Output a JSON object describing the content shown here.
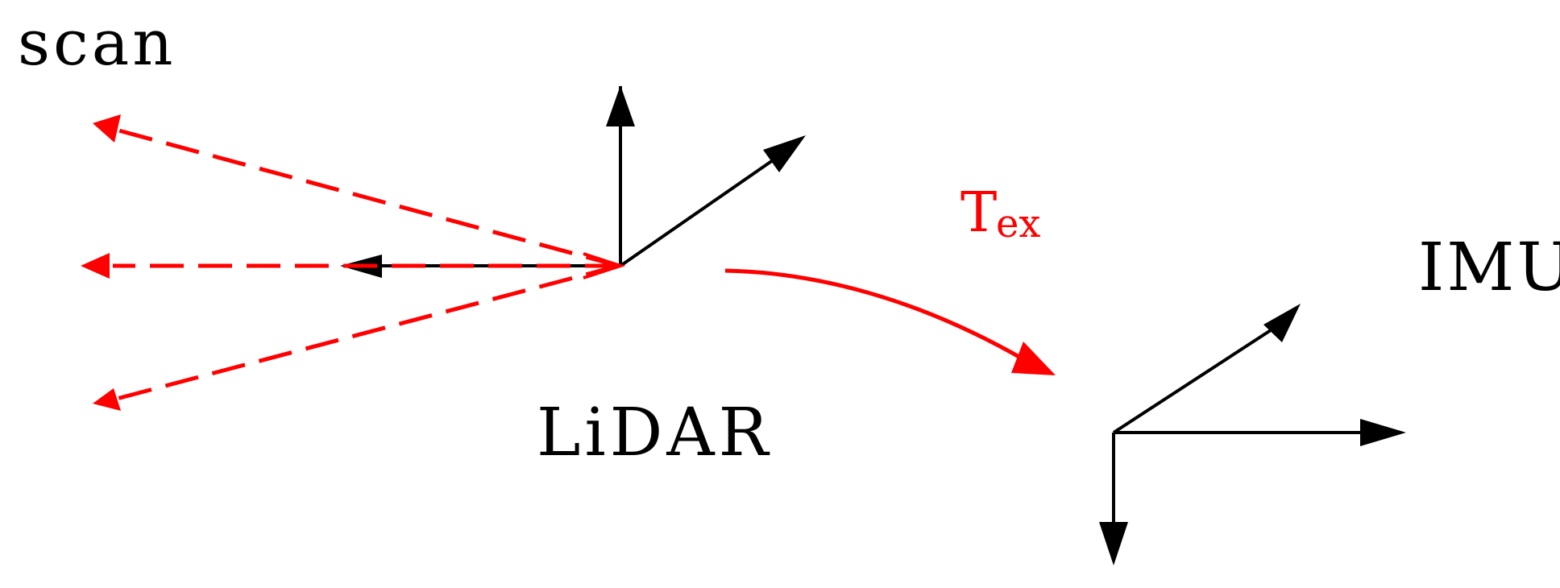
{
  "labels": {
    "scan": "scan",
    "lidar": "LiDAR",
    "imu": "IMU",
    "transform_main": "T",
    "transform_sub": "ex"
  },
  "colors": {
    "axes": "#000000",
    "scan_rays": "#ff0000",
    "transform": "#ff0000",
    "background": "#ffffff"
  },
  "icons": {
    "arrowhead": "triangle-arrowhead",
    "transform_arrow": "curved-arrow"
  }
}
